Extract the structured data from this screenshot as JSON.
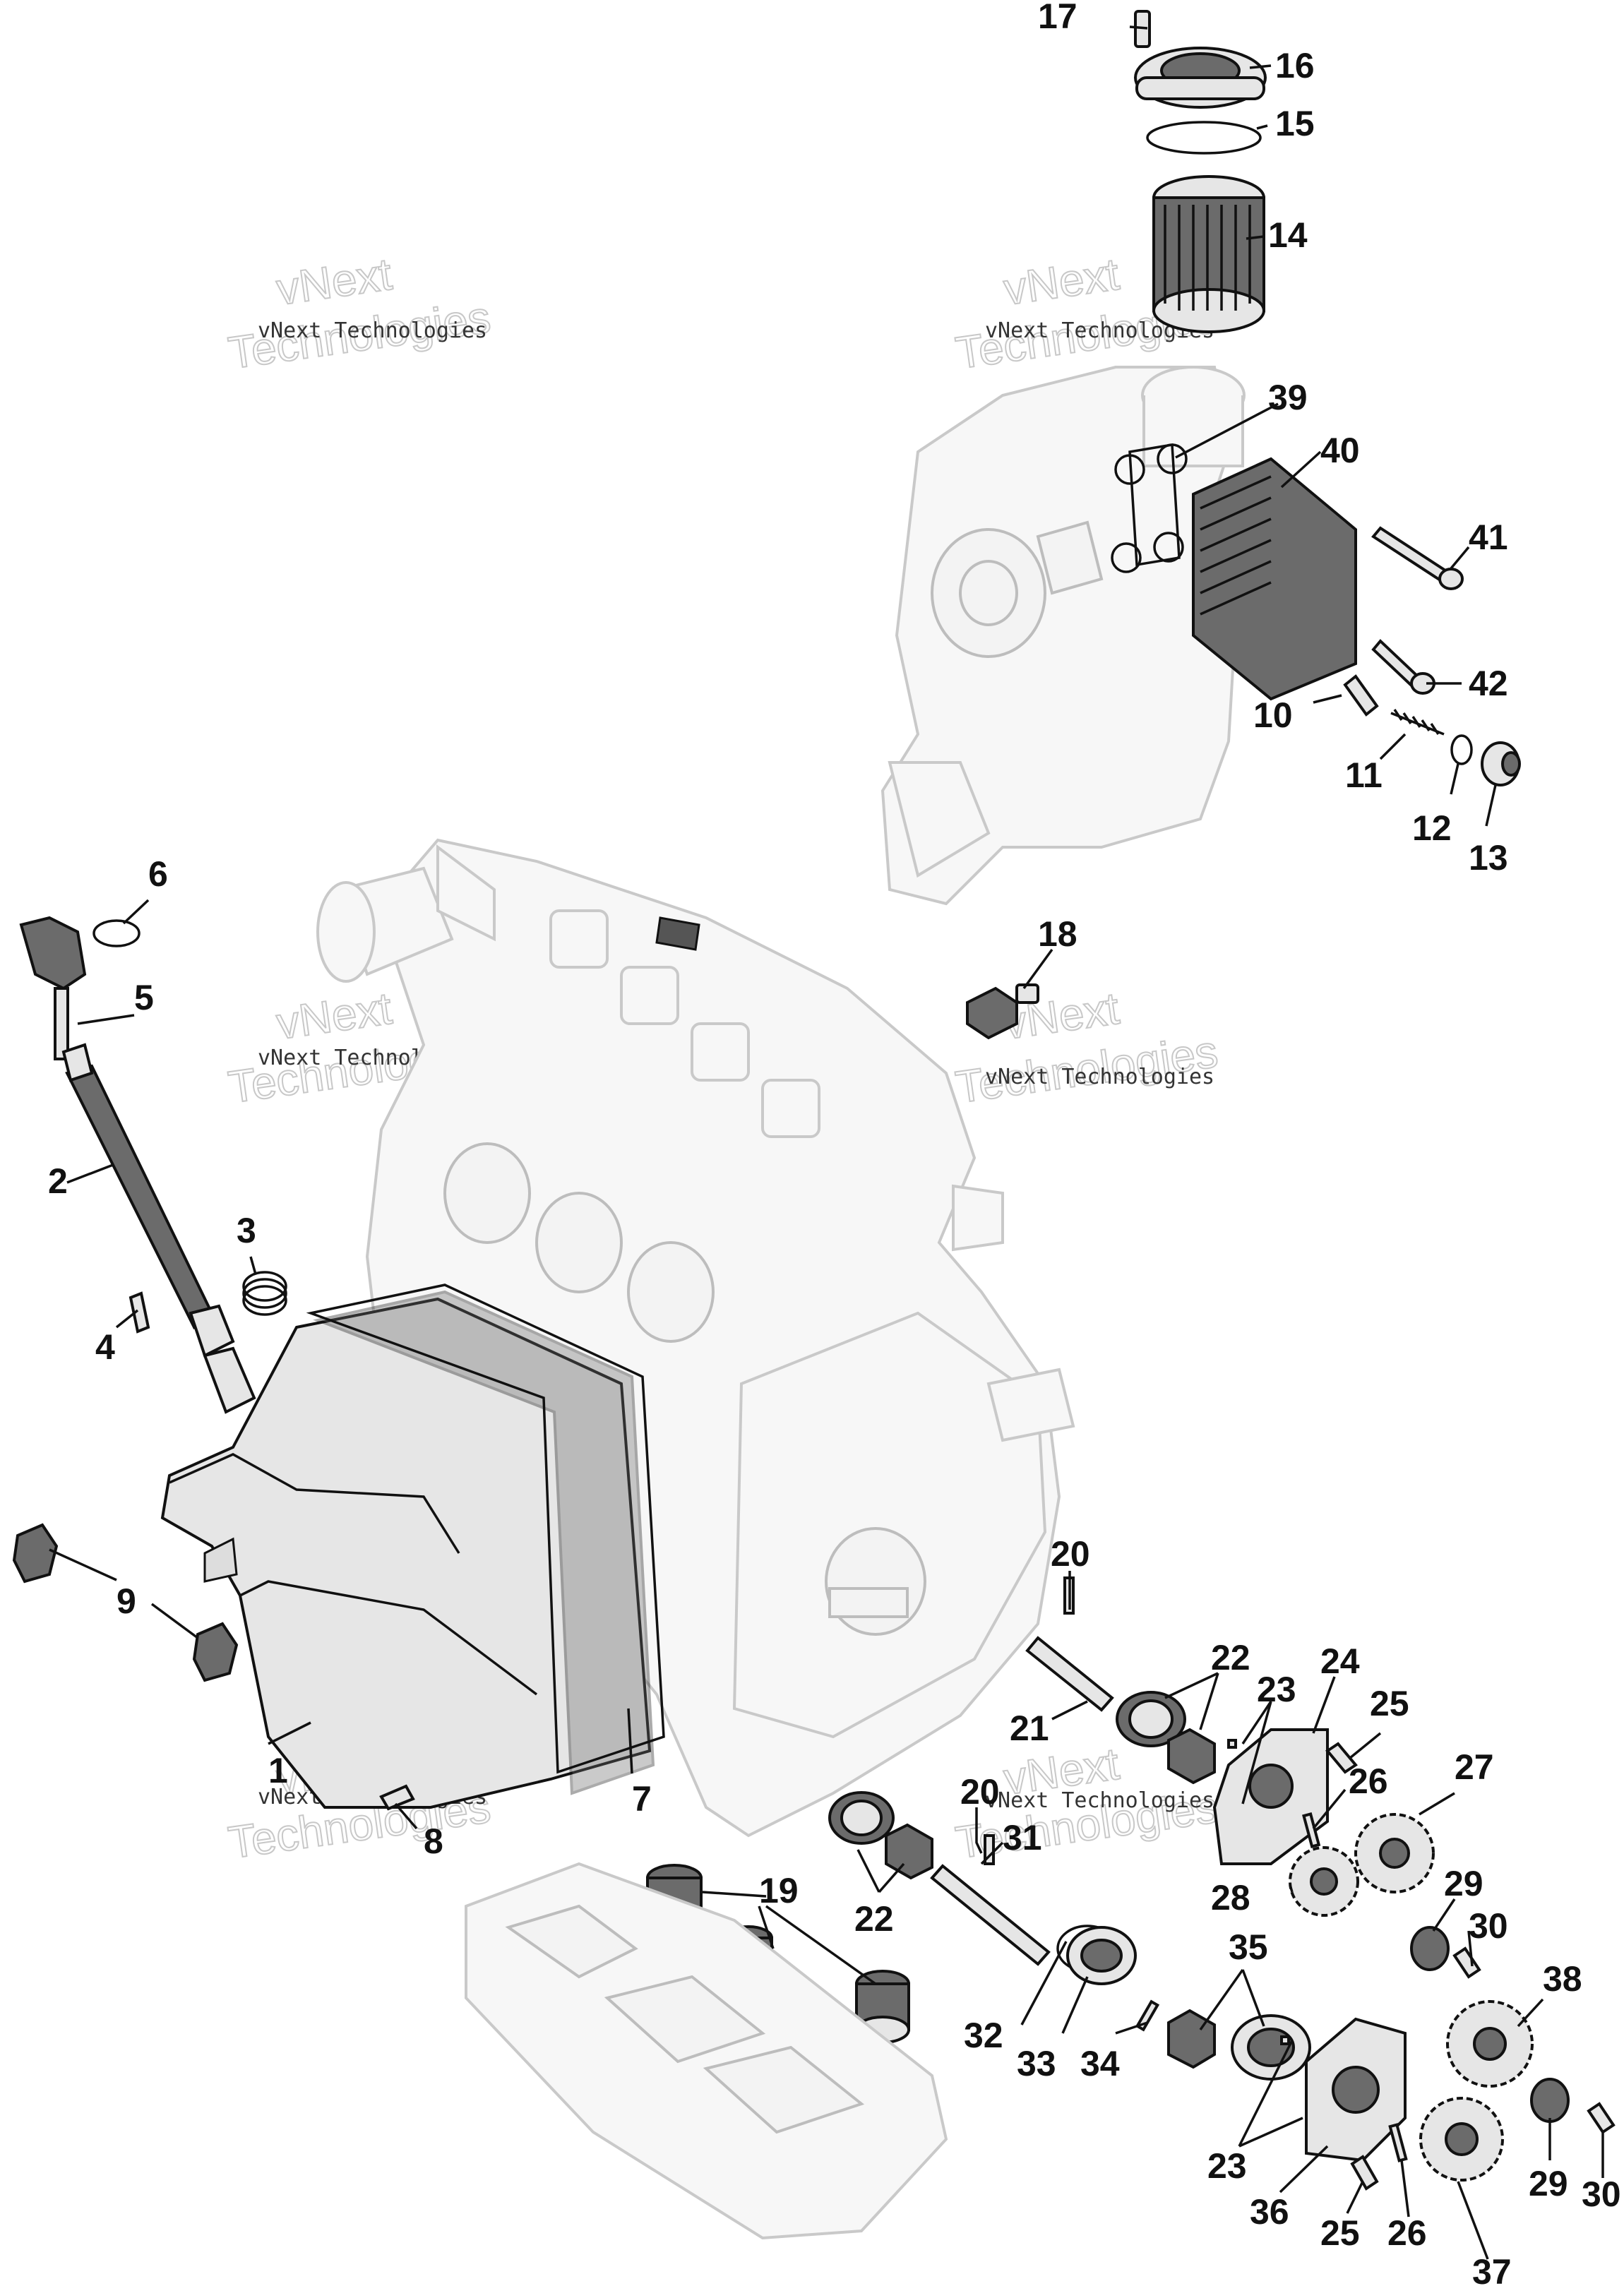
{
  "watermark": {
    "line1": "vNext Technologies",
    "line2": "vNext",
    "line3": "Technologies"
  },
  "callouts": {
    "c1": "1",
    "c2": "2",
    "c3": "3",
    "c4": "4",
    "c5": "5",
    "c6": "6",
    "c7": "7",
    "c8": "8",
    "c9": "9",
    "c10": "10",
    "c11": "11",
    "c12": "12",
    "c13": "13",
    "c14": "14",
    "c15": "15",
    "c16": "16",
    "c17": "17",
    "c18": "18",
    "c19": "19",
    "c20a": "20",
    "c20b": "20",
    "c21": "21",
    "c22a": "22",
    "c22b": "22",
    "c23a": "23",
    "c23b": "23",
    "c24": "24",
    "c25a": "25",
    "c25b": "25",
    "c26a": "26",
    "c26b": "26",
    "c27": "27",
    "c28": "28",
    "c29a": "29",
    "c29b": "29",
    "c30a": "30",
    "c30b": "30",
    "c31": "31",
    "c32": "32",
    "c33": "33",
    "c34": "34",
    "c35": "35",
    "c36": "36",
    "c37": "37",
    "c38": "38",
    "c39": "39",
    "c40": "40",
    "c41": "41",
    "c42": "42"
  },
  "icons": {
    "engine": "engine-block-icon",
    "oil_pan": "oil-pan-icon",
    "dipstick": "dipstick-icon",
    "oil_filter": "oil-filter-icon",
    "oil_cooler": "oil-cooler-icon",
    "gear": "gear-icon",
    "pump": "oil-pump-icon"
  }
}
